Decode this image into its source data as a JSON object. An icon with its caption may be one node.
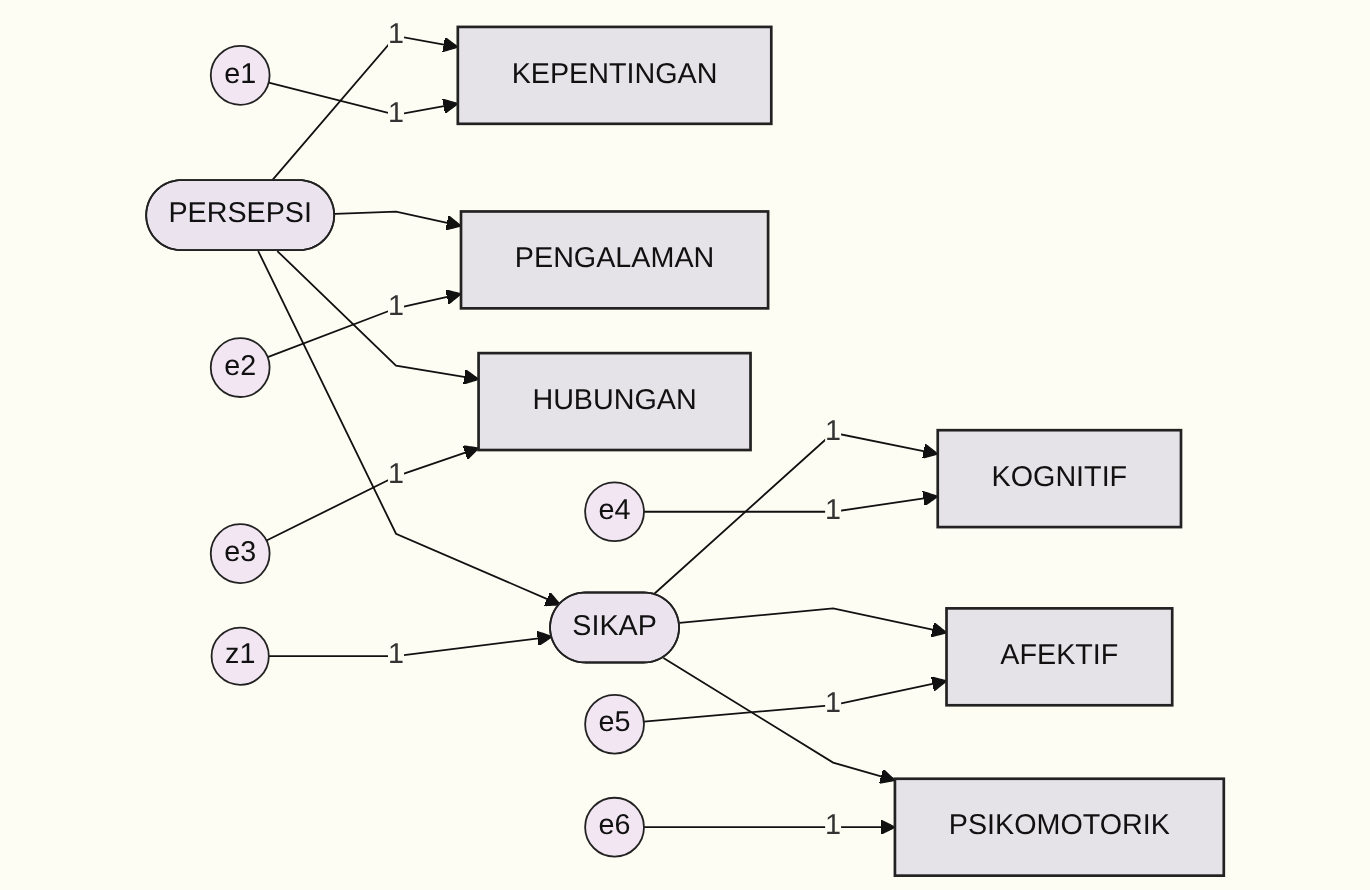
{
  "diagram": {
    "nodes": [
      {
        "text": [
          "PERSEPSI"
        ]
      },
      {
        "text": [
          "KEPENTINGAN"
        ]
      },
      {
        "text": [
          "e1"
        ]
      },
      {
        "text": [
          "PENGALAMAN"
        ]
      },
      {
        "text": [
          "e2"
        ]
      },
      {
        "text": [
          "HUBUNGAN"
        ]
      },
      {
        "text": [
          "e3"
        ]
      },
      {
        "text": [
          "z1"
        ]
      },
      {
        "text": [
          "SIKAP"
        ]
      },
      {
        "text": [
          "KOGNITIF"
        ]
      },
      {
        "text": [
          "e4"
        ]
      },
      {
        "text": [
          "AFEKTIF"
        ]
      },
      {
        "text": [
          "e5"
        ]
      },
      {
        "text": [
          "PSIKOMOTORIK"
        ]
      },
      {
        "text": [
          "e6"
        ]
      }
    ],
    "edges": [
      {
        "from": 0,
        "to": 1,
        "arrow": "to",
        "label": "1"
      },
      {
        "from": 0,
        "to": 3,
        "arrow": "to"
      },
      {
        "from": 0,
        "to": 5,
        "arrow": "to"
      },
      {
        "from": 2,
        "to": 1,
        "arrow": "to",
        "label": "1"
      },
      {
        "from": 4,
        "to": 3,
        "arrow": "to",
        "label": "1"
      },
      {
        "from": 6,
        "to": 5,
        "arrow": "to",
        "label": "1"
      },
      {
        "from": 0,
        "to": 8,
        "arrow": "to"
      },
      {
        "from": 7,
        "to": 8,
        "arrow": "to",
        "label": "1"
      },
      {
        "from": 8,
        "to": 9,
        "arrow": "to",
        "label": "1"
      },
      {
        "from": 8,
        "to": 11,
        "arrow": "to"
      },
      {
        "from": 8,
        "to": 13,
        "arrow": "to"
      },
      {
        "from": 10,
        "to": 9,
        "arrow": "to",
        "label": "1"
      },
      {
        "from": 12,
        "to": 11,
        "arrow": "to",
        "label": "1"
      },
      {
        "from": 14,
        "to": 13,
        "arrow": "to",
        "label": "1"
      }
    ]
  }
}
